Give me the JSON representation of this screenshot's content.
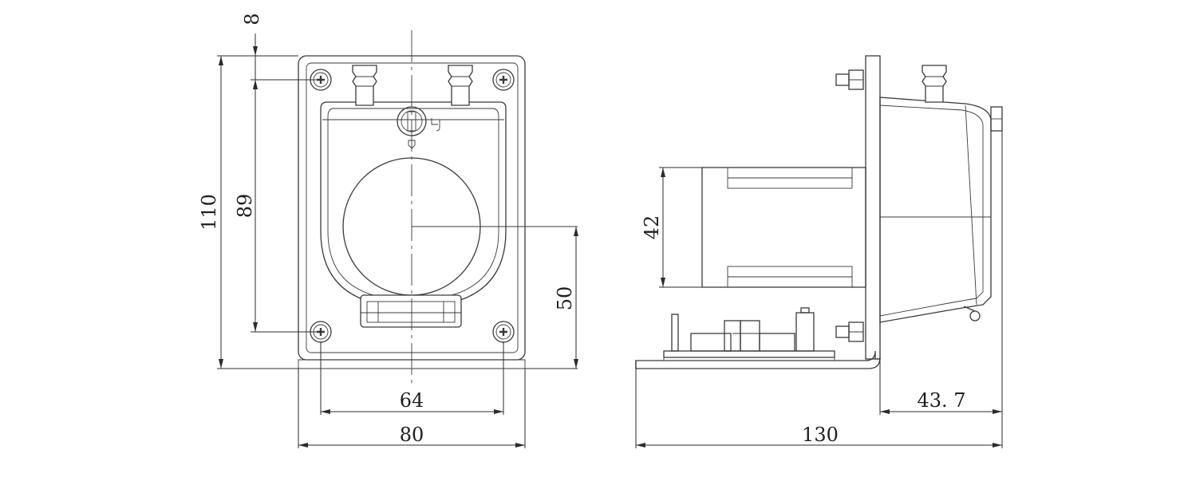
{
  "dimensions": {
    "front_view": {
      "top_offset": "8",
      "overall_height": "110",
      "hole_spacing_vertical": "89",
      "center_height": "50",
      "hole_spacing_horizontal": "64",
      "overall_width": "80"
    },
    "side_view": {
      "motor_height": "42",
      "overall_length": "130",
      "head_depth": "43. 7"
    }
  }
}
